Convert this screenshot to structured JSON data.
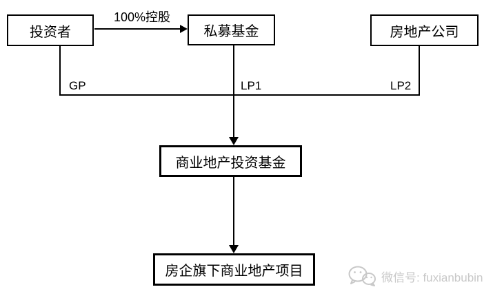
{
  "diagram": {
    "boxes": [
      {
        "id": "investor",
        "label": "投资者"
      },
      {
        "id": "private-fund",
        "label": "私募基金"
      },
      {
        "id": "real-estate-company",
        "label": "房地产公司"
      },
      {
        "id": "commercial-fund",
        "label": "商业地产投资基金"
      },
      {
        "id": "project",
        "label": "房企旗下商业地产项目"
      }
    ],
    "edges": {
      "holding_label": "100%控股",
      "gp_label": "GP",
      "lp1_label": "LP1",
      "lp2_label": "LP2"
    }
  },
  "watermark": {
    "icon": "wechat-icon",
    "text": "微信号: fuxianbubin",
    "color": "#c8c8c8"
  },
  "colors": {
    "line": "#000000",
    "background": "#ffffff",
    "watermark": "#c8c8c8"
  }
}
